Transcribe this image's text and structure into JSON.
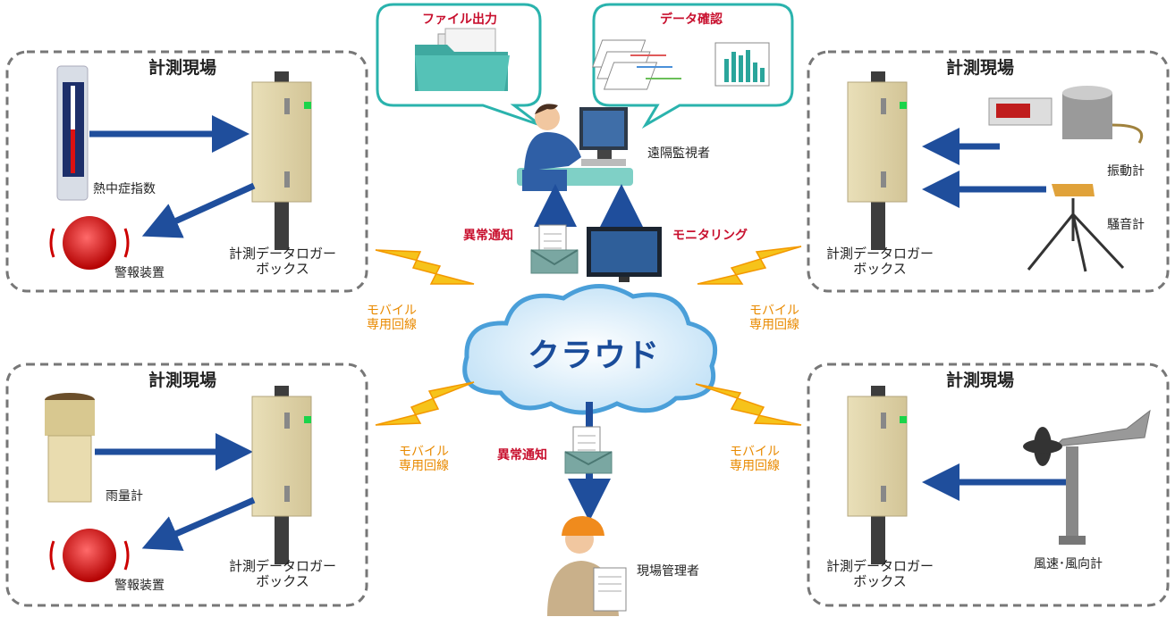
{
  "sites": {
    "top_left": {
      "title": "計測現場",
      "box_label_1": "計測データロガー",
      "box_label_2": "ボックス",
      "sensor": "熱中症指数",
      "alarm": "警報装置"
    },
    "top_right": {
      "title": "計測現場",
      "box_label_1": "計測データロガー",
      "box_label_2": "ボックス",
      "sensor_1": "振動計",
      "sensor_2": "騒音計"
    },
    "bottom_left": {
      "title": "計測現場",
      "box_label_1": "計測データロガー",
      "box_label_2": "ボックス",
      "sensor": "雨量計",
      "alarm": "警報装置"
    },
    "bottom_right": {
      "title": "計測現場",
      "box_label_1": "計測データロガー",
      "box_label_2": "ボックス",
      "sensor": "風速･風向計"
    }
  },
  "center": {
    "cloud": "クラウド",
    "remote_monitor": "遠隔監視者",
    "site_manager": "現場管理者",
    "abnormal_notice_top": "異常通知",
    "monitoring": "モニタリング",
    "abnormal_notice_bottom": "異常通知",
    "bubble_file_output": "ファイル出力",
    "bubble_data_check": "データ確認"
  },
  "links": {
    "mobile_1": "モバイル",
    "dedicated_1": "専用回線",
    "mobile_2": "モバイル",
    "dedicated_2": "専用回線",
    "mobile_3": "モバイル",
    "dedicated_3": "専用回線",
    "mobile_4": "モバイル",
    "dedicated_4": "専用回線"
  },
  "colors": {
    "arrow": "#1f4e9c",
    "frame": "#777777",
    "bubble": "#2ab3ad",
    "lightning": "#f6c31a"
  }
}
